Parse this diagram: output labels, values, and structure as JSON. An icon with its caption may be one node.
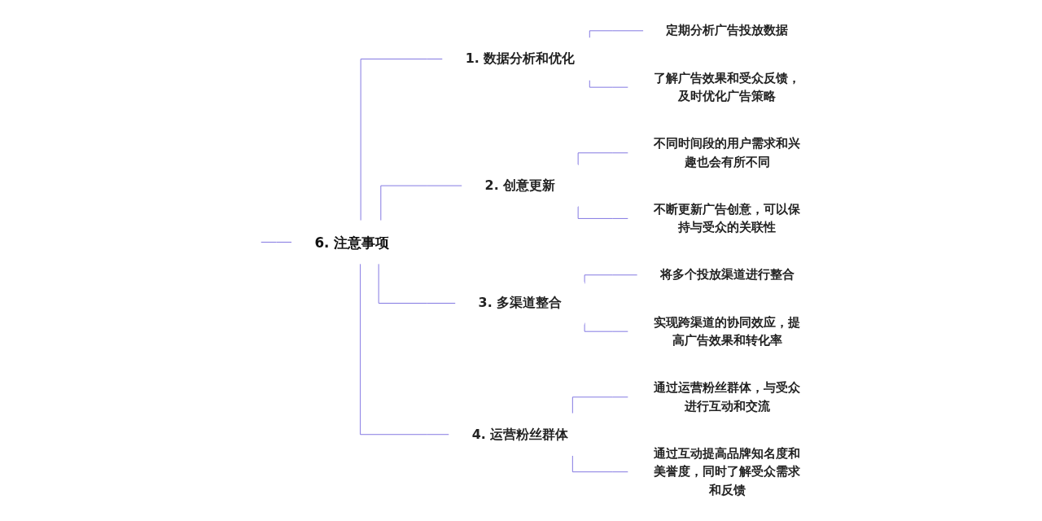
{
  "diagram": {
    "nodes": [
      {
        "text": [
          "6. 注意事项"
        ]
      },
      {
        "text": [
          "1. 数据分析和优化"
        ]
      },
      {
        "text": [
          "定期分析广告投放数据"
        ]
      },
      {
        "text": [
          "了解广告效果和受众反馈，及时优化广告策略"
        ]
      },
      {
        "text": [
          "2. 创意更新"
        ]
      },
      {
        "text": [
          "不同时间段的用户需求和兴趣也会有所不同"
        ]
      },
      {
        "text": [
          "不断更新广告创意，可以保持与受众的关联性"
        ]
      },
      {
        "text": [
          "3. 多渠道整合"
        ]
      },
      {
        "text": [
          "将多个投放渠道进行整合"
        ]
      },
      {
        "text": [
          "实现跨渠道的协同效应，提高广告效果和转化率"
        ]
      },
      {
        "text": [
          "4. 运营粉丝群体"
        ]
      },
      {
        "text": [
          "通过运营粉丝群体，与受众进行互动和交流"
        ]
      },
      {
        "text": [
          "通过互动提高品牌知名度和美誉度，同时了解受众需求和反馈"
        ]
      }
    ],
    "edges": [
      {
        "from": null,
        "to": 0,
        "arrow": "none"
      },
      {
        "from": 0,
        "to": 1,
        "arrow": "none"
      },
      {
        "from": 1,
        "to": 2,
        "arrow": "none"
      },
      {
        "from": 1,
        "to": 3,
        "arrow": "none"
      },
      {
        "from": 0,
        "to": 4,
        "arrow": "none"
      },
      {
        "from": 4,
        "to": 5,
        "arrow": "none"
      },
      {
        "from": 4,
        "to": 6,
        "arrow": "none"
      },
      {
        "from": 0,
        "to": 7,
        "arrow": "none"
      },
      {
        "from": 7,
        "to": 8,
        "arrow": "none"
      },
      {
        "from": 7,
        "to": 9,
        "arrow": "none"
      },
      {
        "from": 0,
        "to": 10,
        "arrow": "none"
      },
      {
        "from": 10,
        "to": 11,
        "arrow": "none"
      },
      {
        "from": 10,
        "to": 12,
        "arrow": "none"
      }
    ]
  }
}
